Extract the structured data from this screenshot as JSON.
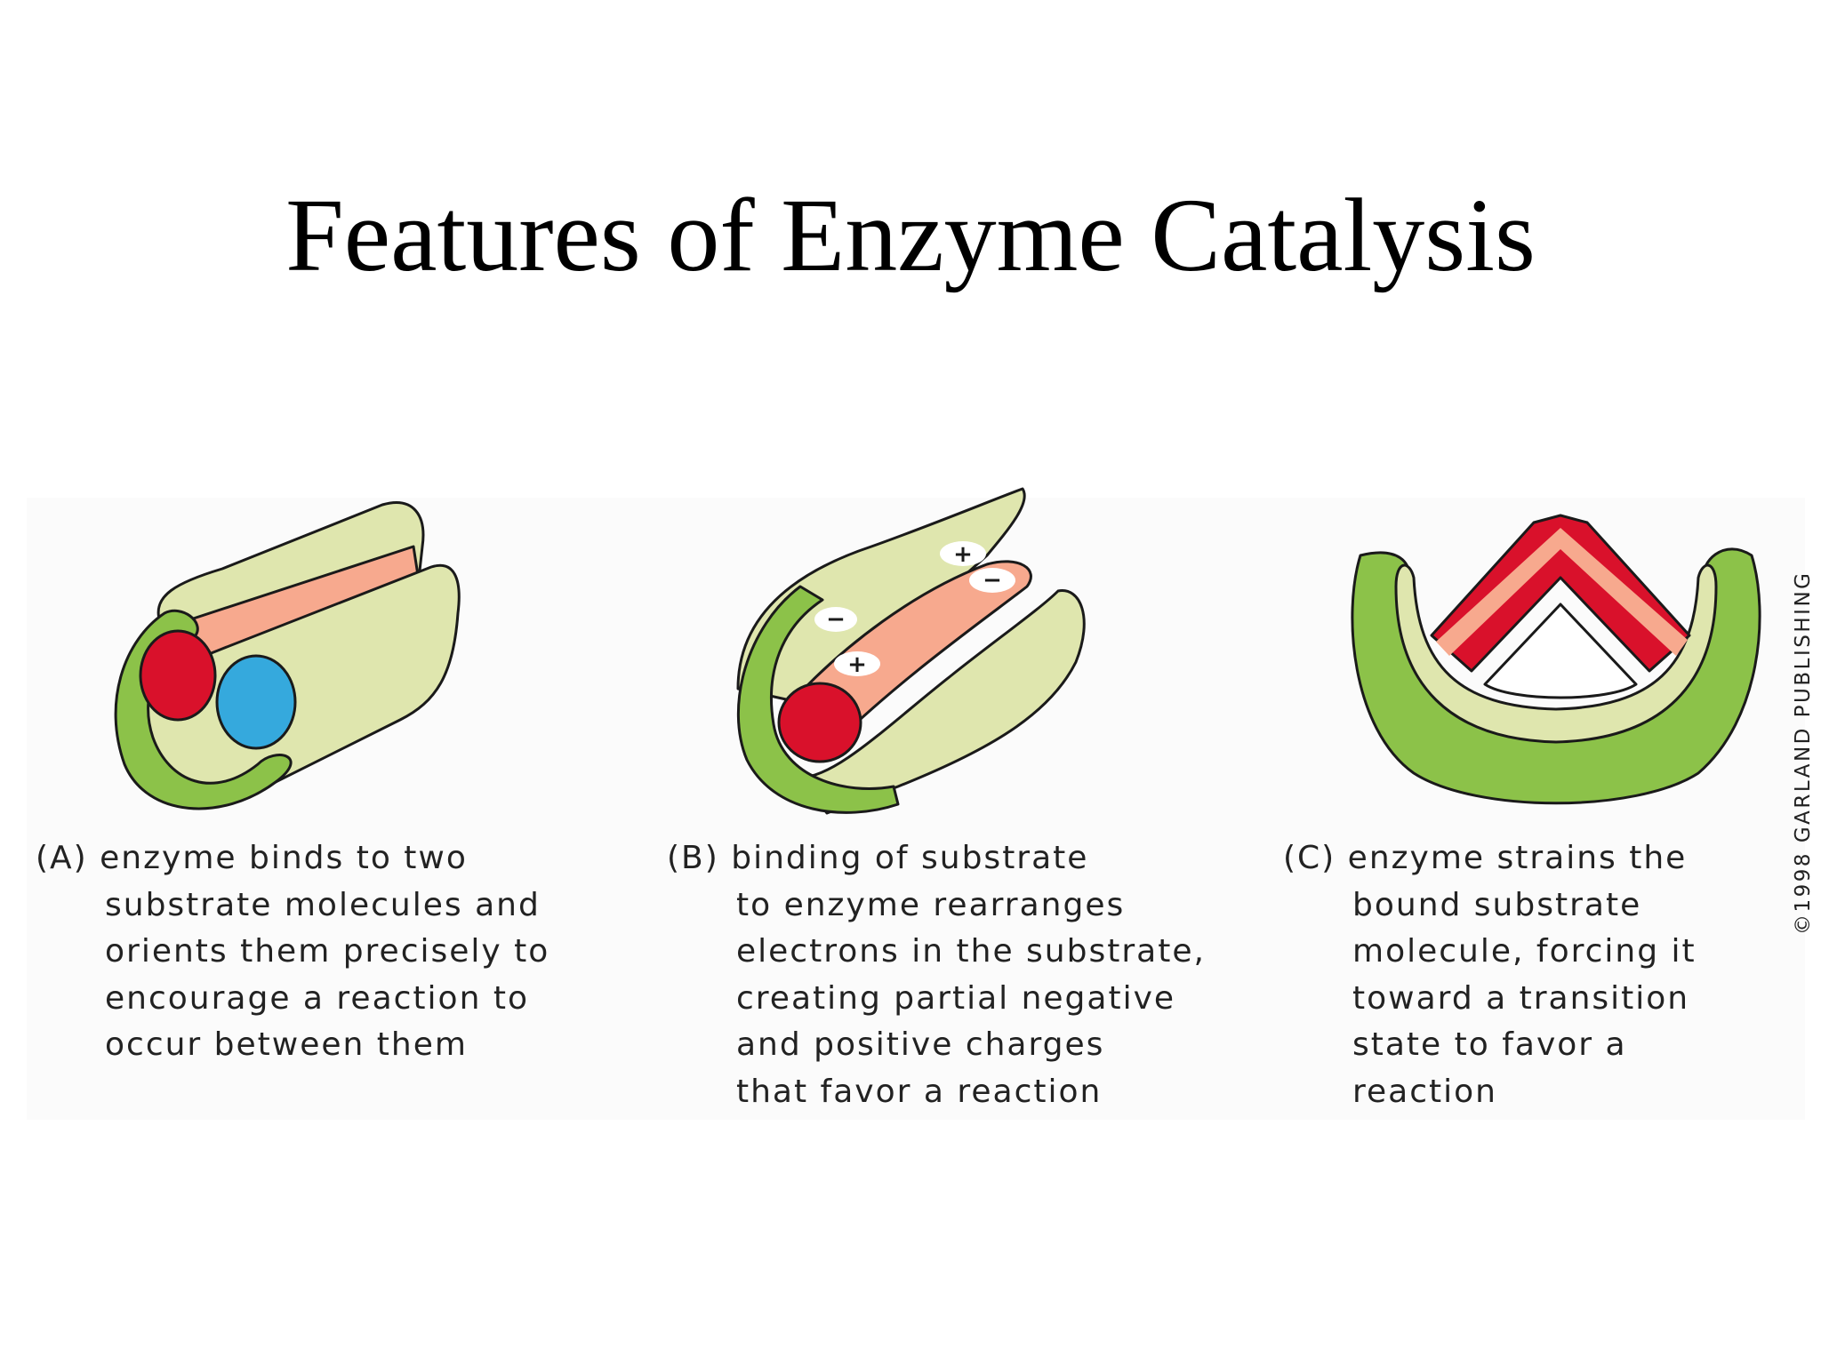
{
  "title": "Features of Enzyme Catalysis",
  "panels": [
    {
      "id": "A",
      "lines": [
        "(A) enzyme binds to two",
        "substrate molecules and",
        "orients them precisely to",
        "encourage a reaction to",
        "occur between them"
      ]
    },
    {
      "id": "B",
      "lines": [
        "(B) binding of substrate",
        "to enzyme rearranges",
        "electrons in the substrate,",
        "creating partial negative",
        "and positive charges",
        "that favor a reaction"
      ],
      "charge_labels": [
        "+",
        "−",
        "−",
        "+"
      ]
    },
    {
      "id": "C",
      "lines": [
        "(C) enzyme strains the",
        "bound substrate",
        "molecule, forcing it",
        "toward a transition",
        "state to favor a",
        "reaction"
      ]
    }
  ],
  "credit": "©1998 GARLAND PUBLISHING",
  "colors": {
    "enzyme_face": "#8cc249",
    "enzyme_body": "#dfe6ae",
    "substrate_red": "#d9112b",
    "substrate_salmon": "#f7a98e",
    "substrate_blue": "#35a9dd",
    "outline": "#1a1a1a"
  }
}
